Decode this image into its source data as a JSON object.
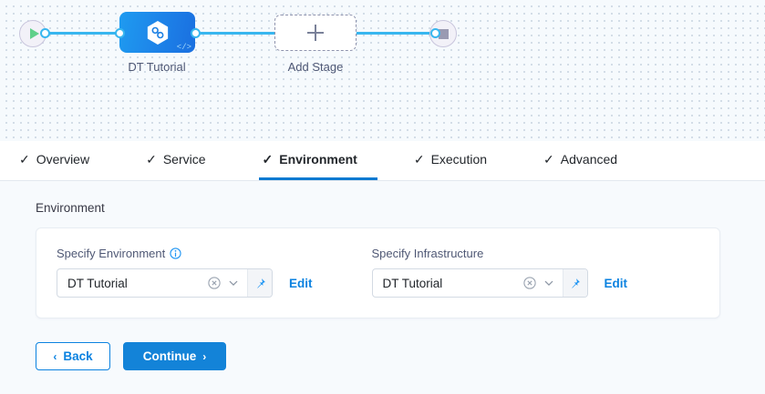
{
  "pipeline": {
    "start_node": {
      "icon": "play-icon",
      "name": "start-node"
    },
    "end_node": {
      "icon": "stop-icon",
      "name": "end-node"
    },
    "stage": {
      "label": "DT Tutorial",
      "icon": "harness-hexagon-icon",
      "badge": "</>"
    },
    "add_stage": {
      "label": "Add Stage",
      "icon": "plus-icon"
    }
  },
  "tabs": [
    {
      "label": "Overview",
      "check": "✓",
      "active": false
    },
    {
      "label": "Service",
      "check": "✓",
      "active": false
    },
    {
      "label": "Environment",
      "check": "✓",
      "active": true
    },
    {
      "label": "Execution",
      "check": "✓",
      "active": false
    },
    {
      "label": "Advanced",
      "check": "✓",
      "active": false
    }
  ],
  "section": {
    "title": "Environment"
  },
  "fields": {
    "environment": {
      "label": "Specify Environment",
      "has_info_icon": true,
      "value": "DT Tutorial",
      "clear_icon": "clear-circle-icon",
      "chevron_icon": "chevron-down-icon",
      "pin_icon": "pin-icon",
      "edit_label": "Edit"
    },
    "infrastructure": {
      "label": "Specify Infrastructure",
      "has_info_icon": false,
      "value": "DT Tutorial",
      "clear_icon": "clear-circle-icon",
      "chevron_icon": "chevron-down-icon",
      "pin_icon": "pin-icon",
      "edit_label": "Edit"
    }
  },
  "footer": {
    "back_label": "Back",
    "back_arrow": "‹",
    "continue_label": "Continue",
    "continue_arrow": "›"
  },
  "colors": {
    "accent_blue": "#0b82e0",
    "active_tab_underline": "#0b7ad1",
    "wire_blue": "#38b6ef",
    "canvas_bg": "#f6fafd",
    "content_bg": "#f7fafd"
  }
}
